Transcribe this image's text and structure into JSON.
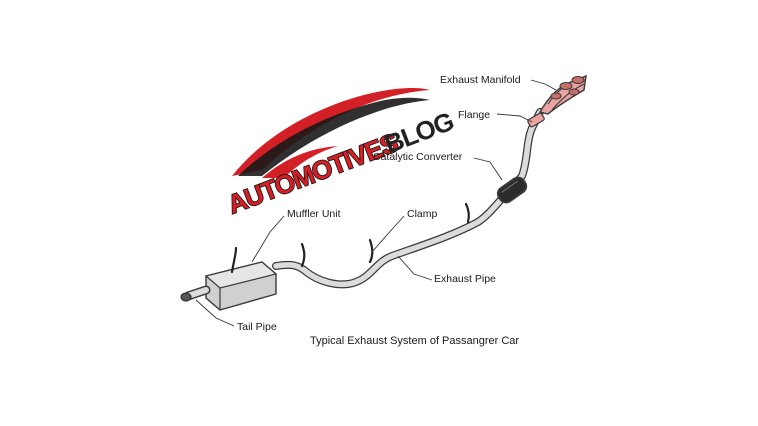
{
  "logo": {
    "text_primary": "AUTOMOTIVES",
    "text_secondary": "BLOG",
    "colors": {
      "red": "#d32027",
      "black": "#1a1a1a"
    }
  },
  "labels": {
    "exhaust_manifold": "Exhaust Manifold",
    "flange": "Flange",
    "catalytic_converter": "Catalytic Converter",
    "clamp": "Clamp",
    "muffler_unit": "Muffler Unit",
    "exhaust_pipe": "Exhaust Pipe",
    "tail_pipe": "Tail Pipe"
  },
  "caption": "Typical Exhaust System of Passangrer Car",
  "colors": {
    "manifold": "#e8a4a0",
    "pipe": "#dcdcdc",
    "outline": "#3a3a3a"
  }
}
